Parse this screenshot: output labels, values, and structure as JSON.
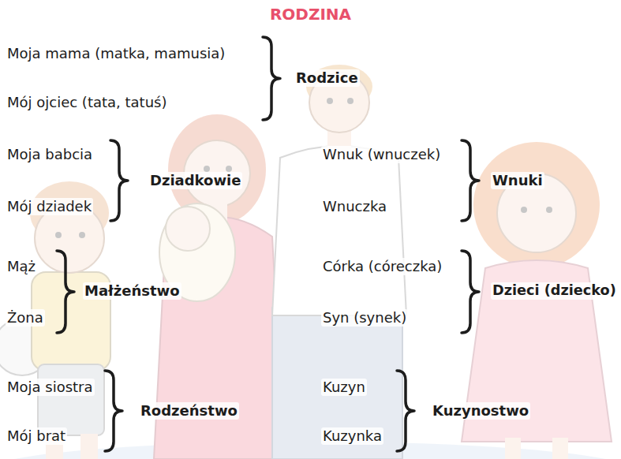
{
  "diagram": {
    "title": "RODZINA",
    "labels": [
      "Moja mama (matka, mamusia)",
      "Mój ojciec (tata, tatuś)",
      "Rodzice",
      "Moja babcia",
      "Mój dziadek",
      "Dziadkowie",
      "Wnuk (wnuczek)",
      "Wnuczka",
      "Wnuki",
      "Mąż",
      "Żona",
      "Małżeństwo",
      "Córka (córeczka)",
      "Syn (synek)",
      "Dzieci (dziecko)",
      "Moja siostra",
      "Mój brat",
      "Rodzeństwo",
      "Kuzyn",
      "Kuzynka",
      "Kuzynostwo"
    ]
  }
}
